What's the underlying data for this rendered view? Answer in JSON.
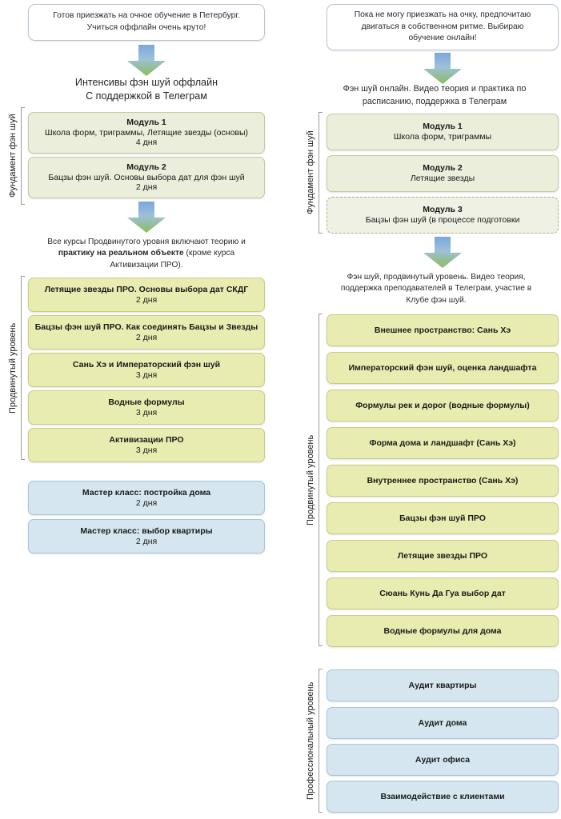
{
  "diagram": {
    "title_semantic": "feng-shui-course-roadmap",
    "colors": {
      "module_fill": "#eaeedb",
      "module_border": "#c3cba4",
      "advanced_fill": "#e9ecb0",
      "advanced_border": "#c9cd82",
      "pro_fill": "#d6e6f0",
      "pro_border": "#a9c5d8",
      "arrow_top": "#6f9fd8",
      "arrow_bottom": "#8cb560",
      "bubble_border": "#b9c7d6"
    }
  },
  "offline": {
    "bubble": "Готов приезжать на очное обучение в Петербург. Учиться оффлайн очень круто!",
    "bubble_lines": [
      "Готов приезжать на очное обучение в Петербург.",
      "Учиться оффлайн очень круто!"
    ],
    "heading_lines": [
      "Интенсивы фэн шуй оффлайн",
      "С поддержкой в Телеграм"
    ],
    "foundation_label": "Фундамент фэн шуй",
    "advanced_label": "Продвинутый уровень",
    "note_lines": [
      "Все курсы Продвинутого уровня включают теорию и",
      "практику на реальном объекте",
      "(кроме курса",
      "Активизации ПРО)."
    ],
    "note_plain": "Все курсы Продвинутого уровня включают теорию и практику на реальном объекте (кроме курса Активизации ПРО).",
    "note_bold_part": "практику на реальном объекте",
    "modules": [
      {
        "title": "Модуль 1",
        "desc": "Школа форм, триграммы, Летящие звезды (основы)",
        "duration": "4 дня"
      },
      {
        "title": "Модуль 2",
        "desc": "Бацзы фэн шуй. Основы выбора дат для фэн шуй",
        "duration": "2 дня"
      }
    ],
    "advanced": [
      {
        "title": "Летящие звезды ПРО. Основы выбора дат СКДГ",
        "duration": "2 дня"
      },
      {
        "title": "Бацзы фэн шуй ПРО. Как соединять Бацзы и Звезды",
        "duration": "2 дня"
      },
      {
        "title": "Сань Хэ и Императорский фэн шуй",
        "duration": "3 дня"
      },
      {
        "title": "Водные формулы",
        "duration": "3 дня"
      },
      {
        "title": "Активизации ПРО",
        "duration": "3 дня"
      }
    ],
    "masterclasses": [
      {
        "title": "Мастер класс: постройка дома",
        "duration": "2 дня"
      },
      {
        "title": "Мастер класс: выбор квартиры",
        "duration": "2 дня"
      }
    ]
  },
  "online": {
    "bubble": "Пока не могу приезжать на очку, предпочитаю двигаться в собственном ритме. Выбираю обучение онлайн!",
    "bubble_lines": [
      "Пока не могу приезжать на очку, предпочитаю",
      "двигаться в собственном ритме. Выбираю",
      "обучение онлайн!"
    ],
    "heading_lines": [
      "Фэн шуй онлайн. Видео теория и практика по",
      "расписанию, поддержка в Телеграм"
    ],
    "foundation_label": "Фундамент фэн шуй",
    "advanced_label": "Продвинутый уровень",
    "pro_label": "Профессиональный уровень",
    "note_lines": [
      "Фэн шуй, продвинутый уровень. Видео теория,",
      "поддержка преподавателей в Телеграм, участие в",
      "Клубе фэн шуй."
    ],
    "note_plain": "Фэн шуй, продвинутый уровень. Видео теория, поддержка преподавателей в Телеграм, участие в Клубе фэн шуй.",
    "modules": [
      {
        "title": "Модуль 1",
        "desc": "Школа форм, триграммы",
        "dashed": false
      },
      {
        "title": "Модуль 2",
        "desc": "Летящие звезды",
        "dashed": false
      },
      {
        "title": "Модуль 3",
        "desc": "Бацзы фэн шуй (в процессе подготовки",
        "dashed": true
      }
    ],
    "advanced": [
      {
        "title": "Внешнее пространство: Сань Хэ"
      },
      {
        "title": "Императорский фэн шуй, оценка ландшафта"
      },
      {
        "title": "Формулы рек и дорог (водные формулы)"
      },
      {
        "title": "Форма дома и ландшафт (Сань Хэ)"
      },
      {
        "title": "Внутреннее пространство (Сань Хэ)"
      },
      {
        "title": "Бацзы фэн шуй ПРО"
      },
      {
        "title": "Летящие звезды ПРО"
      },
      {
        "title": "Сюань Кунь Да Гуа выбор дат"
      },
      {
        "title": "Водные формулы для дома"
      }
    ],
    "professional": [
      {
        "title": "Аудит квартиры"
      },
      {
        "title": "Аудит дома"
      },
      {
        "title": "Аудит офиса"
      },
      {
        "title": "Взаимодействие с клиентами"
      }
    ]
  }
}
